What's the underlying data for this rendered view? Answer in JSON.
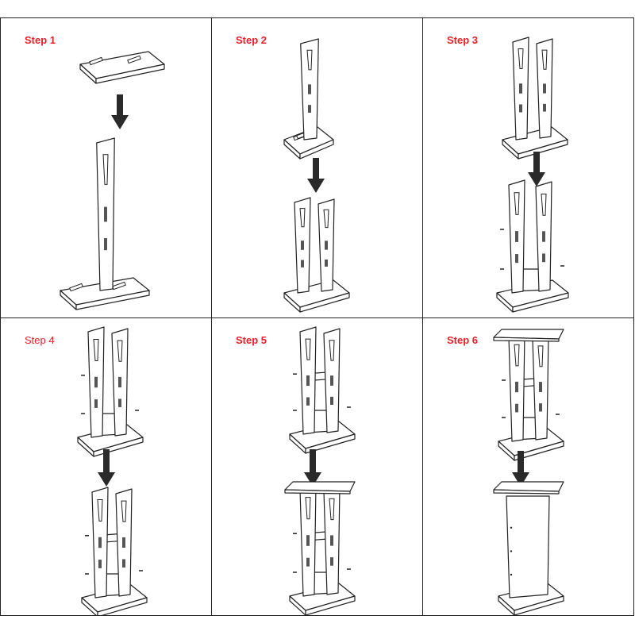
{
  "steps": [
    {
      "label": "Step 1",
      "bold": true
    },
    {
      "label": "Step 2",
      "bold": true
    },
    {
      "label": "Step 3",
      "bold": true
    },
    {
      "label": "Step 4",
      "bold": false
    },
    {
      "label": "Step 5",
      "bold": true
    },
    {
      "label": "Step 6",
      "bold": true
    }
  ],
  "colors": {
    "label": "#e8202a",
    "line": "#222222",
    "arrow": "#2a2a2a"
  }
}
